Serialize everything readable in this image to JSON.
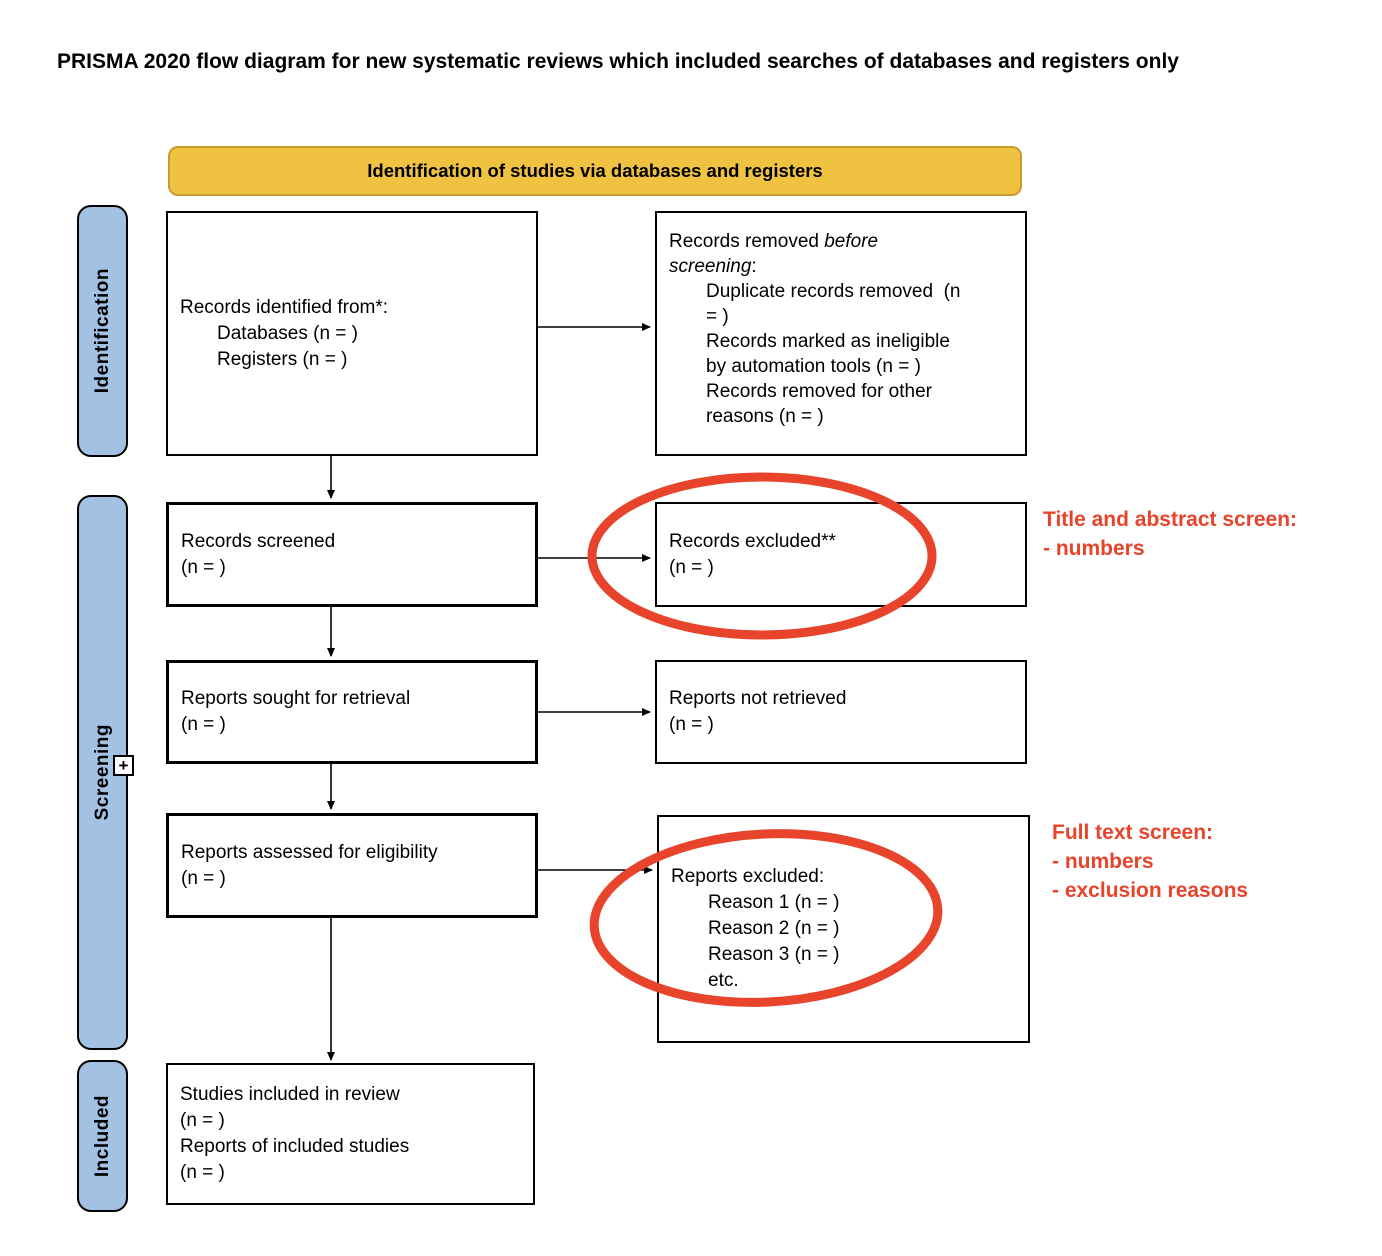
{
  "title": "PRISMA 2020 flow diagram for new systematic reviews which included searches of databases and registers only",
  "header": {
    "label": "Identification of studies via databases and registers"
  },
  "sidebars": {
    "identification": "Identification",
    "screening": "Screening",
    "included": "Included"
  },
  "boxes": {
    "records_identified": {
      "lines": [
        "Records identified from*:",
        "Databases (n = )",
        "Registers (n = )"
      ]
    },
    "records_removed": {
      "line1_normal": "Records removed ",
      "line1_italic": "before",
      "line2_italic": "screening",
      "line2_normal": ":",
      "items": [
        "Duplicate records removed  (n",
        "= )",
        "Records marked as ineligible",
        "by automation tools (n = )",
        "Records removed for other",
        "reasons (n = )"
      ]
    },
    "records_screened": {
      "lines": [
        "Records screened",
        "(n = )"
      ]
    },
    "records_excluded": {
      "lines": [
        "Records excluded**",
        "(n = )"
      ]
    },
    "reports_sought": {
      "lines": [
        "Reports sought for retrieval",
        "(n = )"
      ]
    },
    "reports_not_retrieved": {
      "lines": [
        "Reports not retrieved",
        "(n = )"
      ]
    },
    "reports_assessed": {
      "lines": [
        "Reports assessed for eligibility",
        "(n = )"
      ]
    },
    "reports_excluded": {
      "lines": [
        "Reports excluded:",
        "Reason 1 (n = )",
        "Reason 2 (n = )",
        "Reason 3 (n = )",
        "etc."
      ]
    },
    "studies_included": {
      "lines": [
        "Studies included in review",
        "(n = )",
        "Reports of included studies",
        "(n = )"
      ]
    }
  },
  "annotations": {
    "title_abstract": {
      "lines": [
        "Title and abstract screen:",
        "- numbers"
      ]
    },
    "full_text": {
      "lines": [
        "Full text screen:",
        "- numbers",
        "- exclusion reasons"
      ]
    }
  },
  "ui": {
    "plus_symbol": "+"
  },
  "colors": {
    "annotation_red": "#E8432B",
    "header_fill": "#F0C242",
    "header_border": "#C99A2C",
    "sidebar_fill": "#A3C2E3"
  }
}
